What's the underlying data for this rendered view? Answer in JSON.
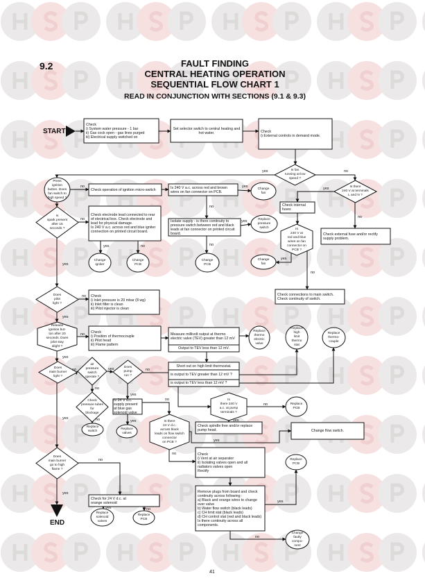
{
  "header": {
    "section": "9.2",
    "title1": "FAULT FINDING",
    "title2": "CENTRAL HEATING OPERATION",
    "title3": "SEQUENTIAL FLOW CHART 1",
    "subtitle": "READ IN CONJUNCTION WITH SECTIONS (9.1 & 9.3)"
  },
  "labels": {
    "start": "START",
    "end": "END",
    "yes": "yes",
    "no": "no"
  },
  "nodes": {
    "box1": "Check\ni) System water pressure - 1 bar\nii) Gas cock open - gas lines purged\niii) Electrical supply switched on",
    "box2": "Set selector switch to central heating and hot water.",
    "box3": "Check\ni) External controls in demand mode.",
    "d1": "Is fan\nrunning at low\nspeed ?",
    "c1": "Press\nignition\nbutton. Does\nfan switch to\nhigh speed ?",
    "box_micro": "Check operation of ignition micro-switch",
    "box_fan240": "Is 240 V a.c. across red and brown wires on fan connector on PCB.",
    "c_fan1": "Change\nfan",
    "box_isolate": "Isolate supply - is there continuity to pressure switch between red and black leads at fan connector on printed circuit board.",
    "c_ps": "Replace\npressure\nswitch",
    "c_pcb1": "Change\nPCB",
    "d_spark": "Is\nspark present\nafter 15\nseconds ?",
    "box_electrode": "Check electrode lead connected to rear of electrical box. Check electrode and lead for physical damage.\nIs 240 V a.c. across red and blue igniter connection on printed circuit board.",
    "c_igniter": "Change\nigniter",
    "c_pcb2": "Change\nPCB",
    "d2": "Is there\n240 V at terminals\nL and N ?",
    "box_fuses": "Check internal\nfuses",
    "h1": "Is\n240 V at\nred and blue\nwires on fan\nconnector on\nPCB ?",
    "c_fan2": "Change\nfan",
    "box_ext": "Check external fuse and/or rectify supply problem.",
    "box_main": "Check connections to main switch.\nCheck continuity of switch.",
    "d_pilot": "Does\npilot\nlight ?",
    "box_inlet": "Check\ni) Inlet pressure is 20 mbar (8 wg)\nii) Inlet filter is clean\niii) Pilot injector is clean",
    "h_release": "Release\nignition but-\nton after 20\nseconds. Does\npilot stay\nalight ?",
    "box_thermo": "Check\ni) Position of thermocouple\nii) Pilot head\niii) Flame pattern",
    "box_measure": "Measure millivolt output at thermo electric valve (TEV) greater than 12 mV",
    "box_measure_less": "Output to TEV less than 12 mV.",
    "c_tev": "Replace\nthermo\nelectric\nvalve",
    "c_hl": "Replace\nhigh\nlimit\nthermo\nstat",
    "c_tc": "Replace\nthermo-\ncouple",
    "box_short": "Short out on high limit thermostat.",
    "box_short_greater": "is output to TEV greater than 12 mV ?",
    "box_short_less": "is output to TEV less than 12 mV ?",
    "d_main": "Does\nmain burner\nlight ?",
    "d_air": "air\npressure\nswitch\noperate ?",
    "d_pump": "Does\npump\nrun ?",
    "d_tubes": "Check\npressure tubes\nfor\nblockage",
    "c_switch": "Replace\nswitch",
    "box_24v": "Is 24 V d.c. supply present at blue gas solenoid valve",
    "c_valves": "Replace\nvalves",
    "h_pump240": "Is\nthere 240 V\na.c. at pump\nterminals ?",
    "c_pcb3": "Replace\nPCB",
    "box_spindle": "Check spindle free and/or replace pump head.",
    "h_flow": "Is there\n24 V d.c.\nacross black\nleads on flow switch\nconnector\non PCB ?",
    "box_flow": "Change flow switch.",
    "box_vent": "Check\ni) Vent at air separator\nii) Isolating valves open and all radiators valves open\nRectify",
    "c_pcb4": "Replace\nPCB",
    "box_remove": "Remove plugs from board and check continuity across following :\na) Black and orange wires to change over valve\nb) Water flow switch (black leads)\nc) CH limit stat (black leads)\nd) CH control stat (red and black leads)\nIs there continuity across all components.",
    "c_faulty": "Change\nfaulty\ncompo-\nnent",
    "d_high": "Does\nmain burner\ngo to high\nflame ?",
    "box_orange": "Check for 24 V d.c. at\norange solenoid",
    "c_solvalves": "Replace\nsolenoid\nvalves",
    "c_pcb5": "Replace\nPCB"
  },
  "page_number": "41",
  "watermark": [
    "H",
    "S",
    "P"
  ],
  "colors": {
    "ink": "#111111",
    "watermark_grey": "#ebe9e9",
    "watermark_pink": "#f6e0e0"
  }
}
